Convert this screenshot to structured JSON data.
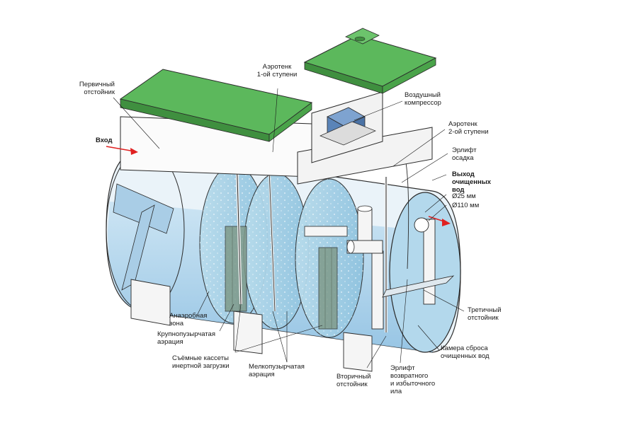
{
  "labels": {
    "inlet": "Вход",
    "primary_settler": [
      "Первичный",
      "отстойник"
    ],
    "aerotank1": [
      "Аэротенк",
      "1-ой ступени"
    ],
    "compressor": [
      "Воздушный",
      "компрессор"
    ],
    "aerotank2": [
      "Аэротенк",
      "2-ой ступени"
    ],
    "sludge_airlift": [
      "Эрлифт",
      "осадка"
    ],
    "outlet": [
      "Выход",
      "очищенных",
      "вод"
    ],
    "d25": "Ø25 мм",
    "d110": "Ø110 мм",
    "tertiary_settler": [
      "Третичный",
      "отстойник"
    ],
    "discharge_chamber": [
      "Камера сброса",
      "очищенных вод"
    ],
    "anaerobic_zone": [
      "Анаэробная",
      "зона"
    ],
    "coarse_aeration": [
      "Крупнопузырчатая",
      "аэрация"
    ],
    "cassettes": [
      "Съёмные кассеты",
      "инертной загрузки"
    ],
    "fine_aeration": [
      "Мелкопузырчатая",
      "аэрация"
    ],
    "secondary_settler": [
      "Вторичный",
      "отстойник"
    ],
    "return_airlift": [
      "Эрлифт",
      "возвратного",
      "и избыточного",
      "ила"
    ]
  },
  "colors": {
    "lid_green": "#5cb85c",
    "lid_green_dark": "#3f8f3f",
    "water": "#9fcbe8",
    "water_light": "#c9e3f3",
    "tank_outline": "#2a2a2a",
    "arrow_red": "#e02020",
    "compressor_blue": "#5a84b8",
    "cassette": "#7f9a8a"
  }
}
